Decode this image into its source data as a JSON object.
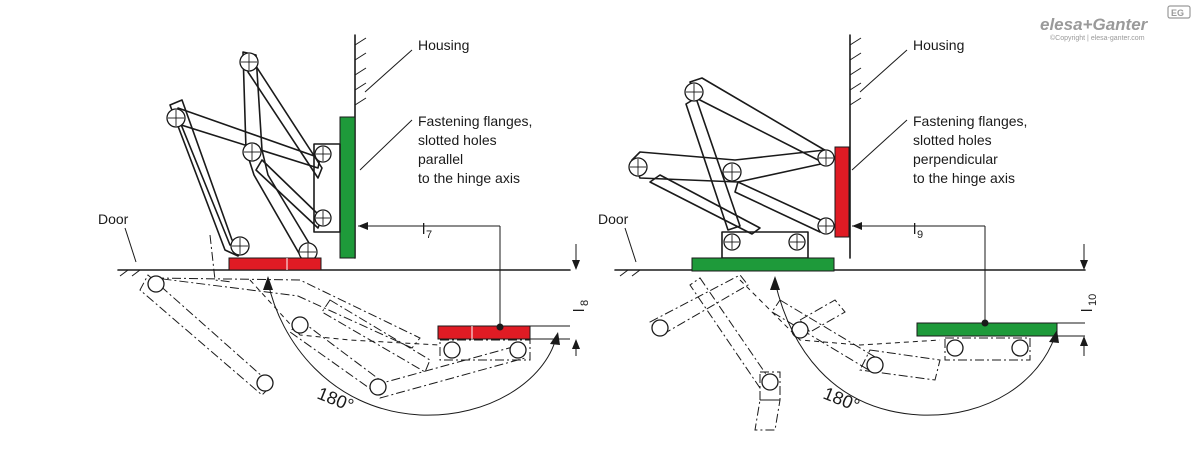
{
  "brand": {
    "name": "elesa+Ganter",
    "copyright": "©Copyright | elesa-ganter.com",
    "badge": "EG"
  },
  "colors": {
    "green": "#1e9a3a",
    "red": "#e01b24",
    "line": "#1a1a1a"
  },
  "left_diagram": {
    "housing_label": "Housing",
    "flange_label_lines": [
      "Fastening flanges,",
      "slotted holes",
      "parallel",
      "to the hinge axis"
    ],
    "door_label": "Door",
    "dim_horizontal": {
      "symbol": "l",
      "subscript": "7"
    },
    "dim_vertical": {
      "symbol": "l",
      "subscript": "8"
    },
    "angle_label": "180°"
  },
  "right_diagram": {
    "housing_label": "Housing",
    "flange_label_lines": [
      "Fastening flanges,",
      "slotted holes",
      "perpendicular",
      "to the hinge axis"
    ],
    "door_label": "Door",
    "dim_horizontal": {
      "symbol": "l",
      "subscript": "9"
    },
    "dim_vertical": {
      "symbol": "l",
      "subscript": "10"
    },
    "angle_label": "180°"
  }
}
